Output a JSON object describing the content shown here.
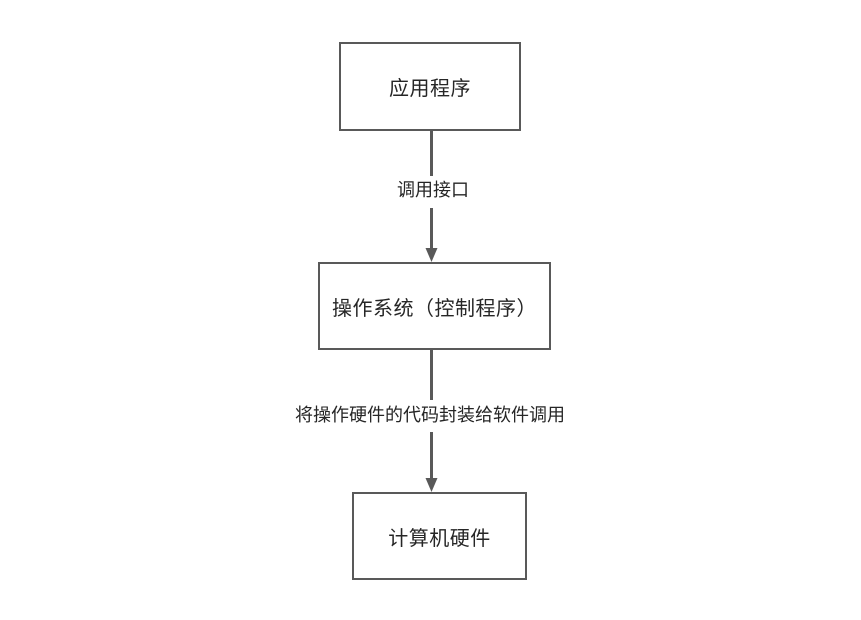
{
  "diagram": {
    "type": "flowchart",
    "orientation": "vertical-top-down",
    "background_color": "#ffffff",
    "stroke_color": "#595959",
    "text_color": "#262626",
    "nodes": [
      {
        "id": "application",
        "label": "应用程序"
      },
      {
        "id": "operating_system",
        "label": "操作系统（控制程序）"
      },
      {
        "id": "hardware",
        "label": "计算机硬件"
      }
    ],
    "edges": [
      {
        "id": "application_to_os",
        "from": "application",
        "to": "operating_system",
        "label": "调用接口",
        "arrowhead": "triangle-down"
      },
      {
        "id": "os_to_hardware",
        "from": "operating_system",
        "to": "hardware",
        "label": "将操作硬件的代码封装给软件调用",
        "arrowhead": "triangle-down"
      }
    ]
  }
}
